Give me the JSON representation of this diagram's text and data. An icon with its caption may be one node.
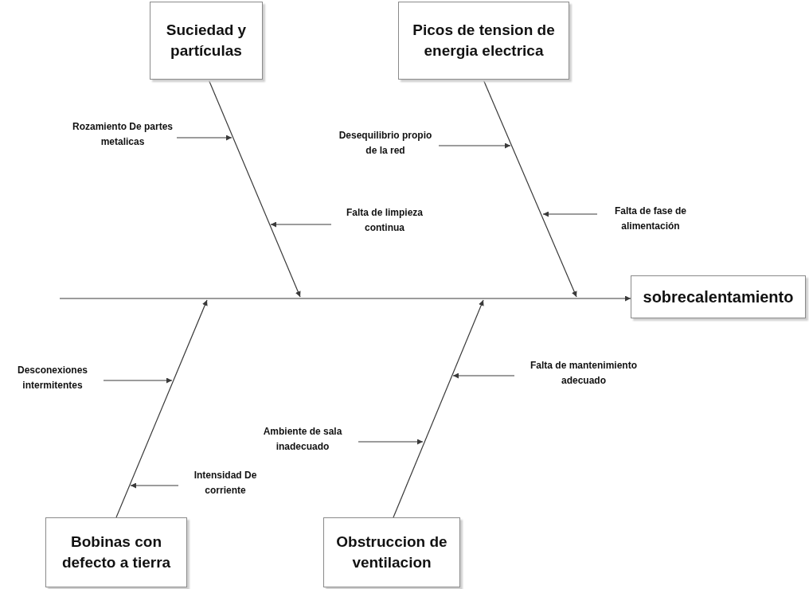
{
  "diagram": {
    "nodes": [
      {
        "text": [
          "Suciedad y partículas"
        ]
      },
      {
        "text": [
          "Picos de tension de energia electrica"
        ]
      },
      {
        "text": [
          "Rozamiento De partes metalicas"
        ]
      },
      {
        "text": [
          "Desequilibrio propio de la red"
        ]
      },
      {
        "text": [
          "Falta de limpieza continua"
        ]
      },
      {
        "text": [
          "Falta de fase de alimentación"
        ]
      },
      {
        "text": [
          "sobrecalentamiento"
        ]
      },
      {
        "text": [
          "Desconexiones intermitentes"
        ]
      },
      {
        "text": [
          "Falta de mantenimiento adecuado"
        ]
      },
      {
        "text": [
          "Ambiente de sala inadecuado"
        ]
      },
      {
        "text": [
          "Intensidad De corriente"
        ]
      },
      {
        "text": [
          "Bobinas con defecto a tierra"
        ]
      },
      {
        "text": [
          "Obstruccion de ventilacion"
        ]
      }
    ],
    "edges": [
      {
        "from": null,
        "to": 6,
        "arrow": "to"
      },
      {
        "from": 0,
        "to": null,
        "arrow": "to"
      },
      {
        "from": 1,
        "to": null,
        "arrow": "to"
      },
      {
        "from": 11,
        "to": null,
        "arrow": "to"
      },
      {
        "from": 12,
        "to": null,
        "arrow": "to"
      },
      {
        "from": 2,
        "to": null,
        "arrow": "to"
      },
      {
        "from": 3,
        "to": null,
        "arrow": "to"
      },
      {
        "from": 4,
        "to": null,
        "arrow": "to"
      },
      {
        "from": 5,
        "to": null,
        "arrow": "to"
      },
      {
        "from": 7,
        "to": null,
        "arrow": "to"
      },
      {
        "from": 8,
        "to": null,
        "arrow": "to"
      },
      {
        "from": 9,
        "to": null,
        "arrow": "to"
      },
      {
        "from": 10,
        "to": null,
        "arrow": "to"
      }
    ]
  }
}
